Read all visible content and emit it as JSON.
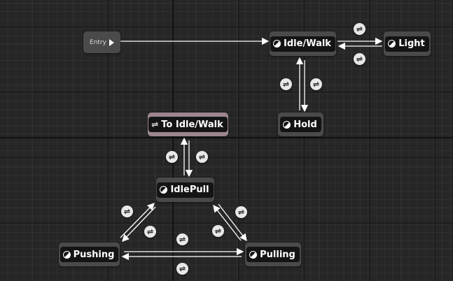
{
  "graph": {
    "entry": {
      "label": "Entry"
    },
    "states": {
      "idle_walk": "Idle/Walk",
      "light": "Light",
      "hold": "Hold",
      "idle_pull": "IdlePull",
      "pushing": "Pushing",
      "pulling": "Pulling"
    },
    "conduit": {
      "label": "To Idle/Walk"
    },
    "transition_icon": "transition-rule-icon"
  }
}
